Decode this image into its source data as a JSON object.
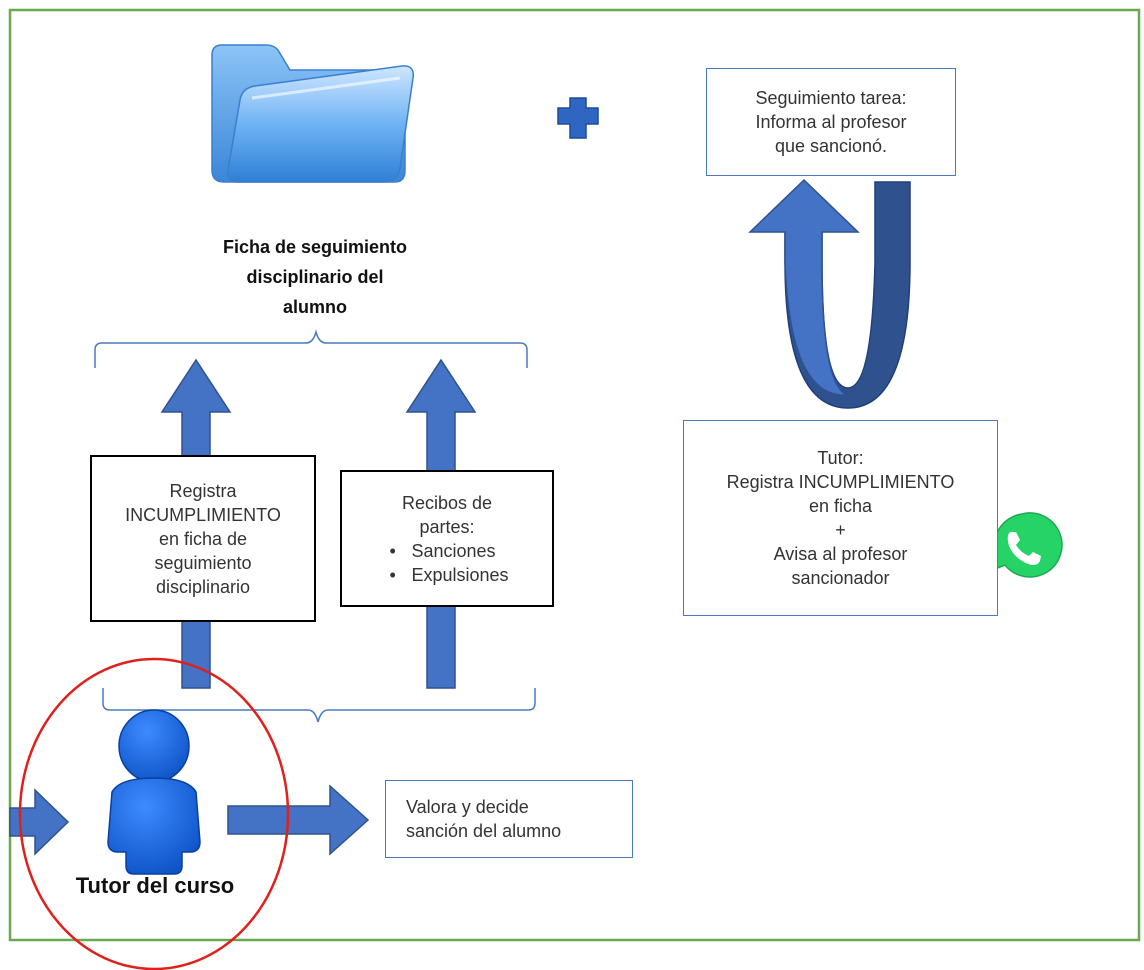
{
  "folder": {
    "title_lines": [
      "Ficha de seguimiento",
      "disciplinario del",
      "alumno"
    ]
  },
  "left_box": {
    "lines": [
      "Registra",
      "INCUMPLIMIENTO",
      "en ficha de",
      "seguimiento",
      "disciplinario"
    ]
  },
  "middle_box": {
    "lines": [
      "Recibos de",
      "partes:"
    ],
    "bullets": [
      "Sanciones",
      "Expulsiones"
    ]
  },
  "tutor": {
    "label": "Tutor del curso"
  },
  "decide_box": {
    "lines": [
      "Valora y decide",
      "sanción del alumno"
    ]
  },
  "followup_box": {
    "lines": [
      "Seguimiento tarea:",
      "Informa al profesor",
      "que sancionó."
    ]
  },
  "tutor_box": {
    "lines": [
      "Tutor:",
      "Registra INCUMPLIMIENTO",
      "en ficha",
      "+",
      "Avisa al profesor",
      "sancionador"
    ]
  },
  "icons": {
    "folder": "folder-icon",
    "plus": "plus-icon",
    "person": "person-icon",
    "whatsapp": "whatsapp-icon"
  },
  "colors": {
    "frame": "#6aa84f",
    "arrow": "#4472c4",
    "arrow_dark": "#2f528f",
    "box_border": "#4a78c2",
    "circle": "#e0201b",
    "whatsapp": "#25d366"
  }
}
